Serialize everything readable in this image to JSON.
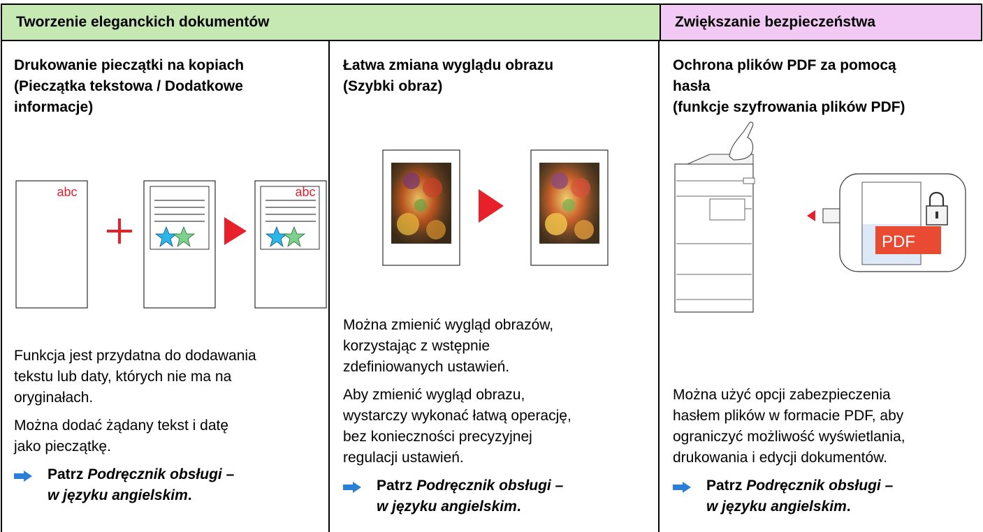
{
  "header": {
    "left_title": "Tworzenie eleganckich dokumentów",
    "right_title": "Zwiększanie bezpieczeństwa"
  },
  "columns": [
    {
      "title_lines": [
        "Drukowanie pieczątki na kopiach",
        "(Pieczątka tekstowa / Dodatkowe",
        "informacje)"
      ],
      "illustration": {
        "stamp_text": "abc"
      },
      "paragraphs": [
        [
          "Funkcja jest przydatna do dodawania",
          "tekstu lub daty, których nie ma na",
          "oryginałach."
        ],
        [
          "Można dodać żądany tekst i datę",
          "jako pieczątkę."
        ]
      ],
      "reference": {
        "prefix": "Patrz",
        "manual_line1": "Podręcznik obsługi –",
        "manual_line2": "w języku angielskim",
        "suffix": "."
      }
    },
    {
      "title_lines": [
        "Łatwa zmiana wyglądu obrazu",
        "(Szybki obraz)"
      ],
      "paragraphs": [
        [
          "Można zmienić wygląd obrazów,",
          "korzystając z wstępnie",
          "zdefiniowanych ustawień."
        ],
        [
          "Aby zmienić wygląd obrazu,",
          "wystarczy wykonać łatwą operację,",
          "bez konieczności precyzyjnej",
          "regulacji ustawień."
        ]
      ],
      "reference": {
        "prefix": "Patrz",
        "manual_line1": "Podręcznik obsługi –",
        "manual_line2": "w języku angielskim",
        "suffix": "."
      }
    },
    {
      "title_lines": [
        "Ochrona plików PDF za pomocą",
        "hasła",
        "(funkcje szyfrowania plików PDF)"
      ],
      "illustration": {
        "pdf_label": "PDF"
      },
      "paragraphs": [
        [
          "Można użyć opcji zabezpieczenia",
          "hasłem plików w formacie PDF, aby",
          "ograniczyć możliwość wyświetlania,",
          "drukowania i edycji dokumentów."
        ]
      ],
      "reference": {
        "prefix": "Patrz",
        "manual_line1": "Podręcznik obsługi –",
        "manual_line2": "w języku angielskim",
        "suffix": "."
      }
    }
  ],
  "icons": [
    "arrow-right-icon",
    "plus-icon",
    "triangle-arrow-icon",
    "lock-icon",
    "usb-drive-icon",
    "hand-icon",
    "mfp-printer-icon",
    "star-icon"
  ],
  "colors": {
    "header_left_bg": "#c6e8b2",
    "header_right_bg": "#f2c8f5",
    "accent_red": "#e8202a",
    "arrow_blue": "#2a7fd6",
    "star_blue": "#29b7e8",
    "star_green": "#7cd18c",
    "pdf_red": "#e94b32"
  }
}
